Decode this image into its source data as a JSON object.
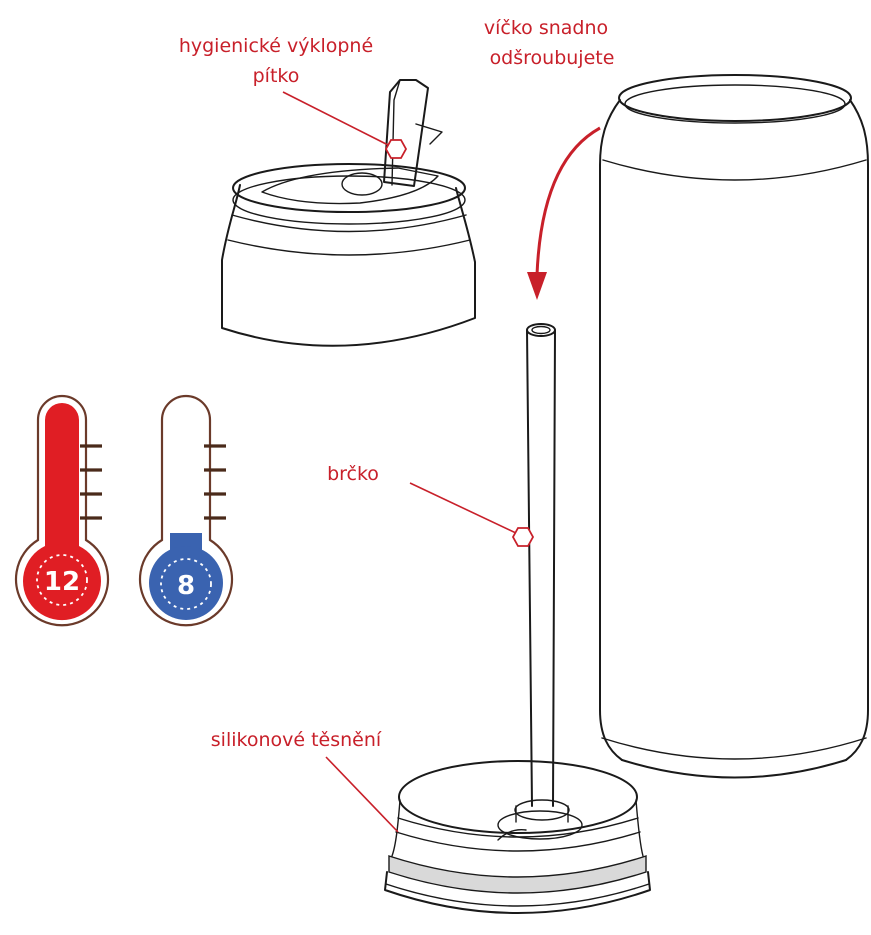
{
  "labels": {
    "straw_spout": [
      "hygienické výklopné",
      "pítko"
    ],
    "lid_unscrew": [
      "víčko snadno",
      "odšroubujete"
    ],
    "straw": "brčko",
    "silicone_seal": "silikonové těsnění"
  },
  "thermometers": {
    "hot": {
      "hours": "12",
      "color": "#e01e24"
    },
    "cold": {
      "hours": "8",
      "color": "#3a63b0"
    }
  },
  "colors": {
    "callout": "#c8202a",
    "line_art": "#1a1a1a",
    "thermo_outline": "#6b3a2a",
    "seal_band": "#d9d9d9"
  }
}
